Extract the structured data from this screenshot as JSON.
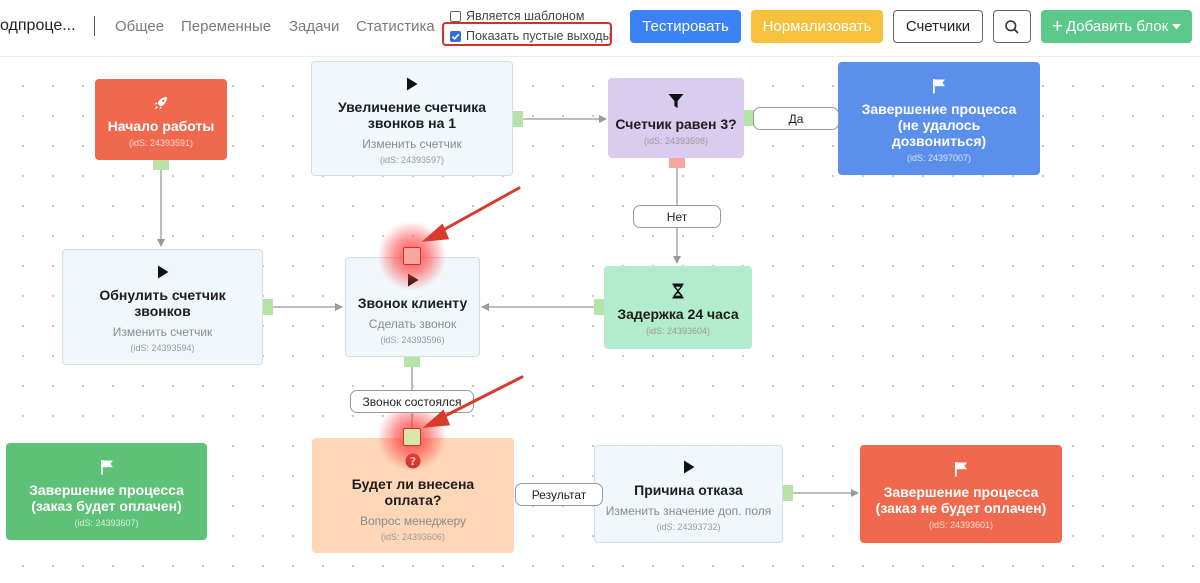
{
  "header": {
    "title": "одпроце...",
    "nav": [
      "Общее",
      "Переменные",
      "Задачи",
      "Статистика"
    ],
    "checkbox_template": "Является шаблоном",
    "checkbox_empty_outputs": "Показать пустые выходы",
    "btn_test": "Тестировать",
    "btn_normalize": "Нормализовать",
    "btn_counters": "Счетчики",
    "btn_add_block": "Добавить блок"
  },
  "nodes": {
    "start": {
      "title": "Начало работы",
      "id": "(idS: 24393591)"
    },
    "inc": {
      "title": "Увеличение счетчика звонков на 1",
      "sub": "Изменить счетчик",
      "id": "(idS: 24393597)"
    },
    "cond": {
      "title": "Счетчик равен 3?",
      "id": "(idS: 24393598)"
    },
    "end_fail": {
      "title": "Завершение процесса (не удалось дозвониться)",
      "id": "(idS: 24397007)"
    },
    "reset": {
      "title": "Обнулить счетчик звонков",
      "sub": "Изменить счетчик",
      "id": "(idS: 24393594)"
    },
    "call": {
      "title": "Звонок клиенту",
      "sub": "Сделать звонок",
      "id": "(idS: 24393596)"
    },
    "delay": {
      "title": "Задержка 24 часа",
      "id": "(idS: 24393604)"
    },
    "end_paid": {
      "title": "Завершение процесса (заказ будет оплачен)",
      "id": "(idS: 24393607)"
    },
    "question": {
      "title": "Будет ли внесена оплата?",
      "sub": "Вопрос менеджеру",
      "id": "(idS: 24393606)"
    },
    "reason": {
      "title": "Причина отказа",
      "sub": "Изменить значение доп. поля",
      "id": "(idS: 24393732)"
    },
    "end_unpaid": {
      "title": "Завершение процесса (заказ не будет оплачен)",
      "id": "(idS: 24393601)"
    }
  },
  "edges": {
    "yes": "Да",
    "no": "Нет",
    "call_done": "Звонок состоялся",
    "result": "Результат"
  },
  "colors": {
    "primary": "#3b82f6",
    "warning": "#f6c23e",
    "success": "#5cc98a",
    "start_node": "#f0694e",
    "end_fail_node": "#5b8fec",
    "end_paid_node": "#5ec178",
    "end_unpaid_node": "#f0694e",
    "highlight": "#d2302b"
  }
}
